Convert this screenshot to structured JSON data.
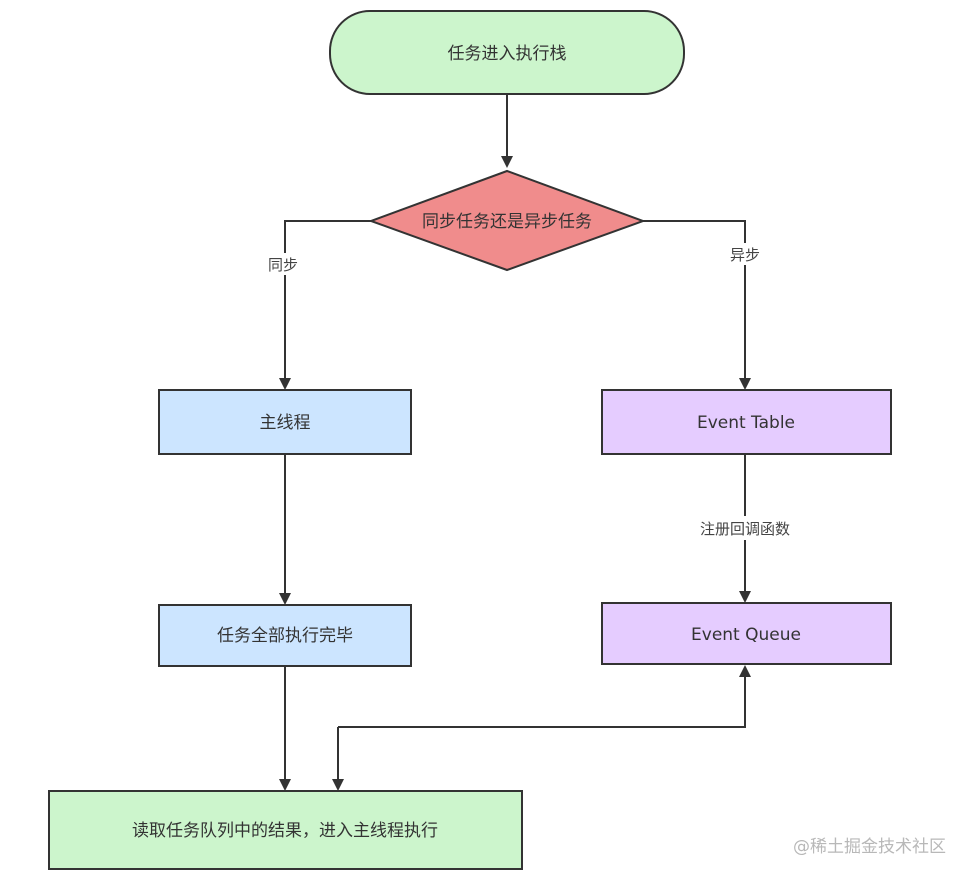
{
  "diagram": {
    "nodes": {
      "start": {
        "label": "任务进入执行栈",
        "fill": "#ccf5cc"
      },
      "decision": {
        "label": "同步任务还是异步任务",
        "fill": "#f08c8c"
      },
      "main_thread": {
        "label": "主线程",
        "fill": "#cce5ff"
      },
      "event_table": {
        "label": "Event Table",
        "fill": "#e5ccff"
      },
      "all_done": {
        "label": "任务全部执行完毕",
        "fill": "#cce5ff"
      },
      "event_queue": {
        "label": "Event Queue",
        "fill": "#e5ccff"
      },
      "read_queue": {
        "label": "读取任务队列中的结果，进入主线程执行",
        "fill": "#ccf5cc"
      }
    },
    "edges": {
      "sync_label": "同步",
      "async_label": "异步",
      "register_label": "注册回调函数"
    },
    "stroke_color": "#333333"
  },
  "watermark": "@稀土掘金技术社区"
}
